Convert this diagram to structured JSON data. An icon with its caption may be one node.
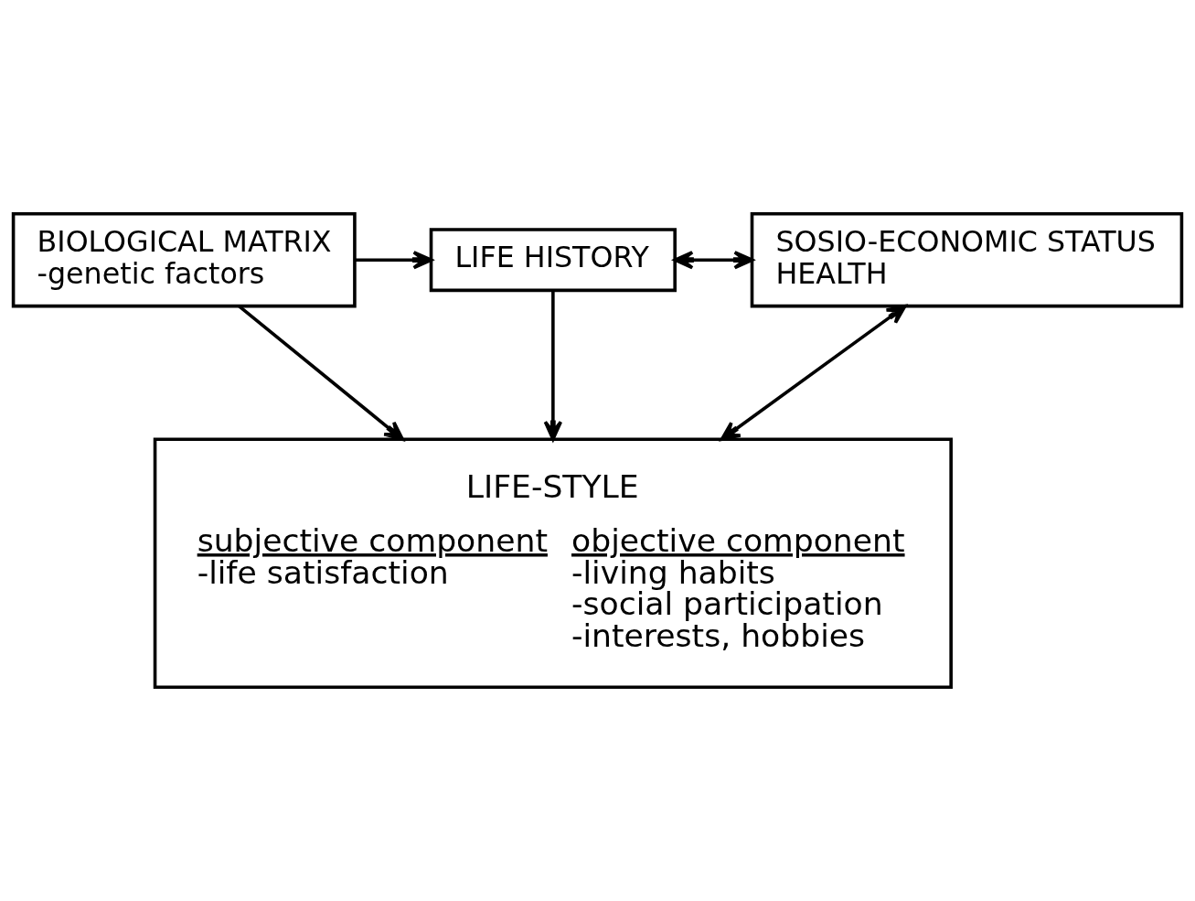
{
  "diagram": {
    "nodes": [
      {
        "text": [
          "BIOLOGICAL MATRIX",
          "-genetic factors"
        ]
      },
      {
        "text": [
          "LIFE HISTORY"
        ]
      },
      {
        "text": [
          "SOSIO-ECONOMIC STATUS",
          "HEALTH"
        ]
      },
      {
        "text": [
          "LIFE-STYLE",
          "subjective component",
          "-life satisfaction",
          "objective component",
          "-living habits",
          "-social participation",
          "-interests, hobbies"
        ]
      }
    ],
    "edges": [
      {
        "from": 0,
        "to": 1,
        "arrow": "to"
      },
      {
        "from": 1,
        "to": 2,
        "arrow": "both"
      },
      {
        "from": 0,
        "to": 3,
        "arrow": "to"
      },
      {
        "from": 1,
        "to": 3,
        "arrow": "to"
      },
      {
        "from": 2,
        "to": 3,
        "arrow": "both"
      }
    ]
  }
}
